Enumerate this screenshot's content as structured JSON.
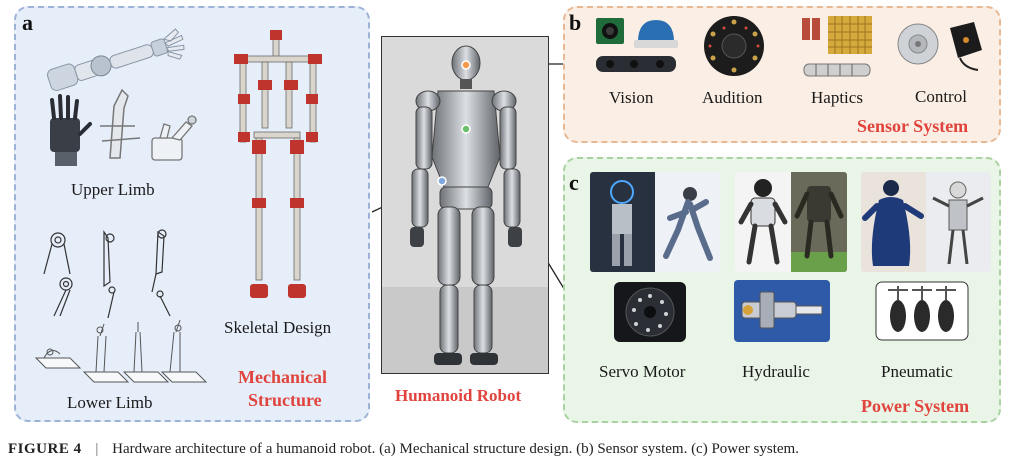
{
  "panels": {
    "a": {
      "letter": "a",
      "upper_limb": "Upper Limb",
      "lower_limb": "Lower Limb",
      "skeletal": "Skeletal Design",
      "title_line1": "Mechanical",
      "title_line2": "Structure"
    },
    "b": {
      "letter": "b",
      "items": [
        "Vision",
        "Audition",
        "Haptics",
        "Control"
      ],
      "title": "Sensor System"
    },
    "c": {
      "letter": "c",
      "items": [
        "Servo Motor",
        "Hydraulic",
        "Pneumatic"
      ],
      "title": "Power System"
    }
  },
  "center": {
    "label": "Humanoid Robot"
  },
  "caption": {
    "figure": "FIGURE 4",
    "separator": "|",
    "text": "Hardware architecture of a humanoid robot. (a) Mechanical structure design. (b) Sensor system. (c) Power system."
  },
  "colors": {
    "accent_red": "#e0443c",
    "panel_a": "#e6eefa",
    "panel_b": "#fbeee4",
    "panel_c": "#e9f5e6"
  }
}
